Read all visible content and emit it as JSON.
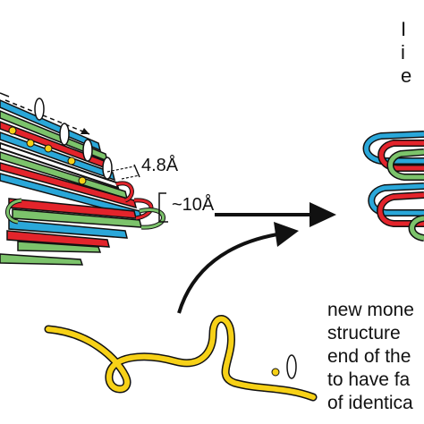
{
  "labels": {
    "spacing_strand": "4.8Å",
    "spacing_sheet": "~10Å"
  },
  "side_text_lines": [
    "I",
    "i",
    "e"
  ],
  "description_lines": [
    "new mone",
    "structure",
    "end of the",
    "to have fa",
    "of identica"
  ],
  "colors": {
    "strand_red": "#e3242b",
    "strand_blue": "#2aa7d9",
    "strand_green": "#7cc36b",
    "monomer_yellow": "#f7d117",
    "outline": "#111111"
  }
}
